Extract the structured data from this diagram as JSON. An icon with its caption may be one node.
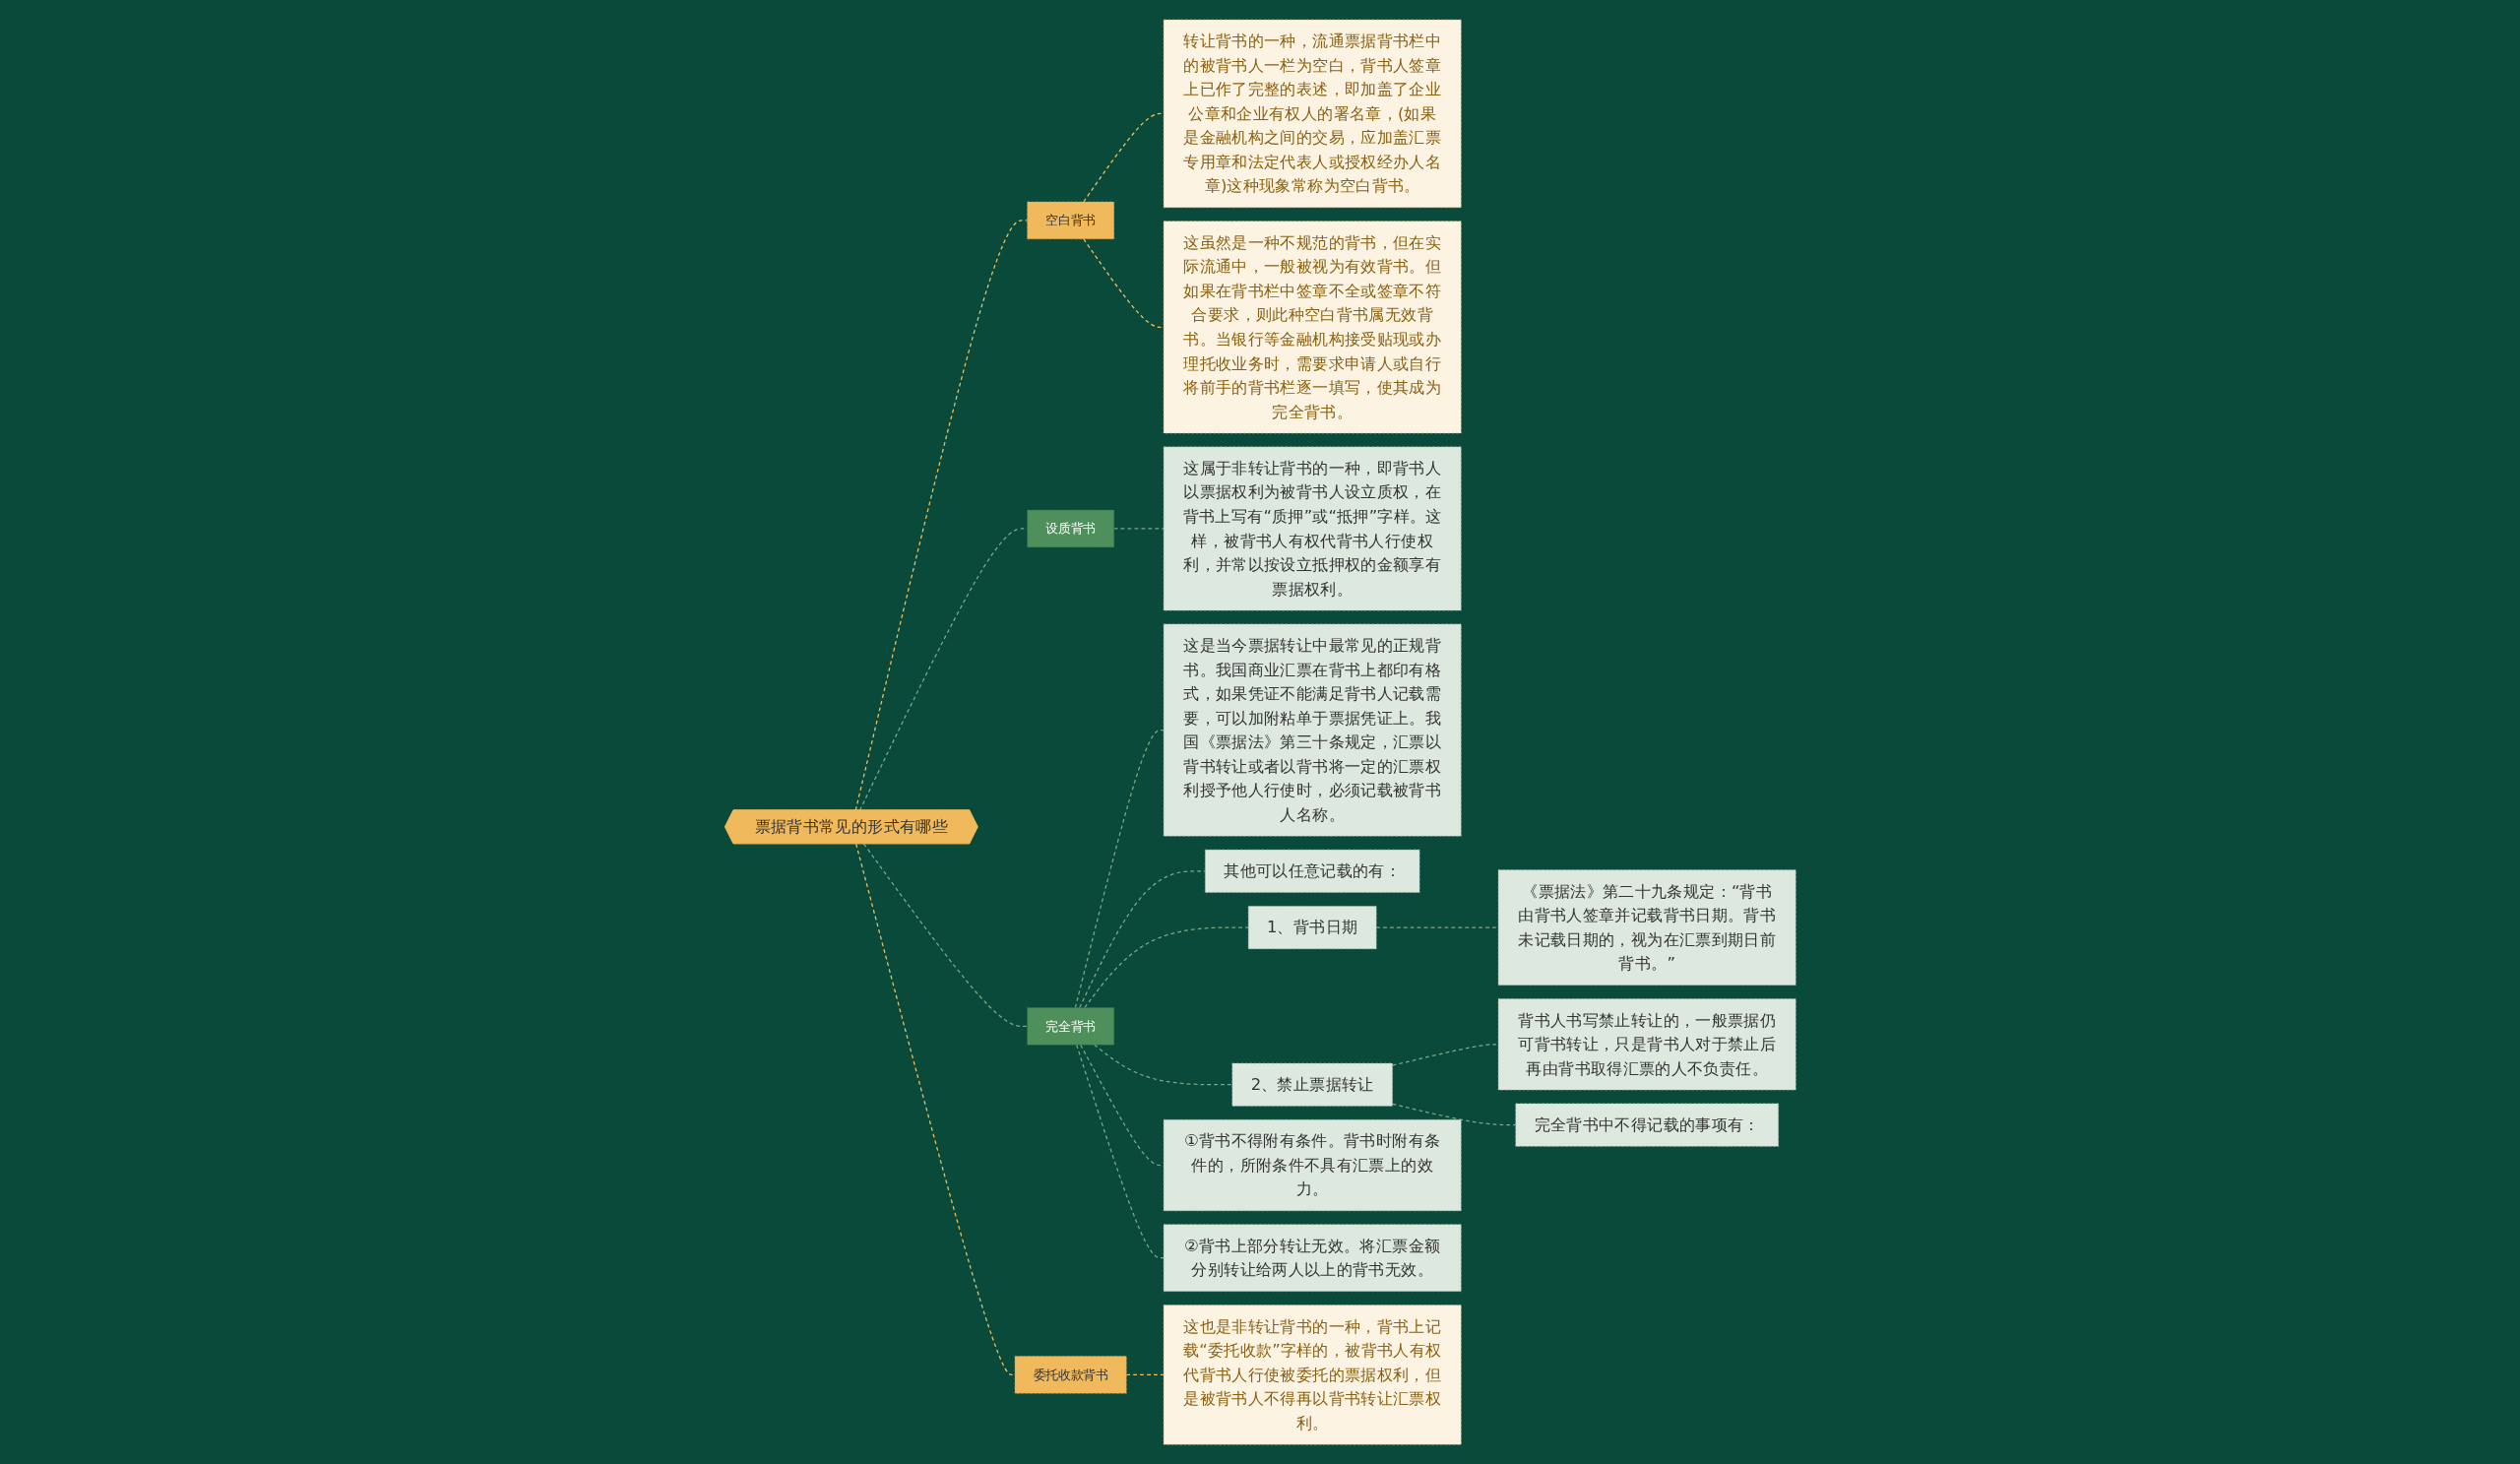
{
  "diagram": {
    "nodes": [
      {
        "text": [
          "票据背书常见的形式有哪些"
        ]
      },
      {
        "text": [
          "空白背书"
        ]
      },
      {
        "text": [
          "转让背书的一种，流通票据背书栏中的被背书人一栏为空白，背书人签章上已作了完整的表述，即加盖了企业公章和企业有权人的署名章，(如果是金融机构之间的交易，应加盖汇票专用章和法定代表人或授权经办人名章)这种现象常称为空白背书。"
        ]
      },
      {
        "text": [
          "这虽然是一种不规范的背书，但在实际流通中，一般被视为有效背书。但如果在背书栏中签章不全或签章不符合要求，则此种空白背书属无效背书。当银行等金融机构接受贴现或办理托收业务时，需要求申请人或自行将前手的背书栏逐一填写，使其成为完全背书。"
        ]
      },
      {
        "text": [
          "设质背书"
        ]
      },
      {
        "text": [
          "这属于非转让背书的一种，即背书人以票据权利为被背书人设立质权，在背书上写有“质押”或“抵押”字样。这样，被背书人有权代背书人行使权利，并常以按设立抵押权的金额享有票据权利。"
        ]
      },
      {
        "text": [
          "完全背书"
        ]
      },
      {
        "text": [
          "这是当今票据转让中最常见的正规背书。我国商业汇票在背书上都印有格式，如果凭证不能满足背书人记载需要，可以加附粘单于票据凭证上。我国《票据法》第三十条规定，汇票以背书转让或者以背书将一定的汇票权利授予他人行使时，必须记载被背书人名称。"
        ]
      },
      {
        "text": [
          "其他可以任意记载的有："
        ]
      },
      {
        "text": [
          "1、背书日期"
        ]
      },
      {
        "text": [
          "《票据法》第二十九条规定：“背书由背书人签章并记载背书日期。背书未记载日期的，视为在汇票到期日前背书。”"
        ]
      },
      {
        "text": [
          "2、禁止票据转让"
        ]
      },
      {
        "text": [
          "背书人书写禁止转让的，一般票据仍可背书转让，只是背书人对于禁止后再由背书取得汇票的人不负责任。"
        ]
      },
      {
        "text": [
          "完全背书中不得记载的事项有："
        ]
      },
      {
        "text": [
          "①背书不得附有条件。背书时附有条件的，所附条件不具有汇票上的效力。"
        ]
      },
      {
        "text": [
          "②背书上部分转让无效。将汇票金额分别转让给两人以上的背书无效。"
        ]
      },
      {
        "text": [
          "委托收款背书"
        ]
      },
      {
        "text": [
          "这也是非转让背书的一种，背书上记载“委托收款”字样的，被背书人有权代背书人行使被委托的票据权利，但是被背书人不得再以背书转让汇票权利。"
        ]
      }
    ],
    "edges": [
      {
        "from": 0,
        "to": 1,
        "arrow": "none",
        "style": "dashed",
        "color": "#f0c060"
      },
      {
        "from": 1,
        "to": 2,
        "arrow": "none",
        "style": "dashed",
        "color": "#f0c060"
      },
      {
        "from": 1,
        "to": 3,
        "arrow": "none",
        "style": "dashed",
        "color": "#f0c060"
      },
      {
        "from": 0,
        "to": 4,
        "arrow": "none",
        "style": "dashed"
      },
      {
        "from": 4,
        "to": 5,
        "arrow": "none",
        "style": "dashed"
      },
      {
        "from": 0,
        "to": 6,
        "arrow": "none",
        "style": "dashed"
      },
      {
        "from": 6,
        "to": 7,
        "arrow": "none",
        "style": "dashed"
      },
      {
        "from": 6,
        "to": 8,
        "arrow": "none",
        "style": "dashed"
      },
      {
        "from": 6,
        "to": 9,
        "arrow": "none",
        "style": "dashed"
      },
      {
        "from": 9,
        "to": 10,
        "arrow": "none",
        "style": "dashed"
      },
      {
        "from": 6,
        "to": 11,
        "arrow": "none",
        "style": "dashed"
      },
      {
        "from": 11,
        "to": 12,
        "arrow": "none",
        "style": "dashed"
      },
      {
        "from": 11,
        "to": 13,
        "arrow": "none",
        "style": "dashed"
      },
      {
        "from": 6,
        "to": 14,
        "arrow": "none",
        "style": "dashed"
      },
      {
        "from": 6,
        "to": 15,
        "arrow": "none",
        "style": "dashed"
      },
      {
        "from": 0,
        "to": 16,
        "arrow": "none",
        "style": "dashed",
        "color": "#f0c060"
      },
      {
        "from": 16,
        "to": 17,
        "arrow": "none",
        "style": "dashed",
        "color": "#f0c060"
      }
    ]
  }
}
